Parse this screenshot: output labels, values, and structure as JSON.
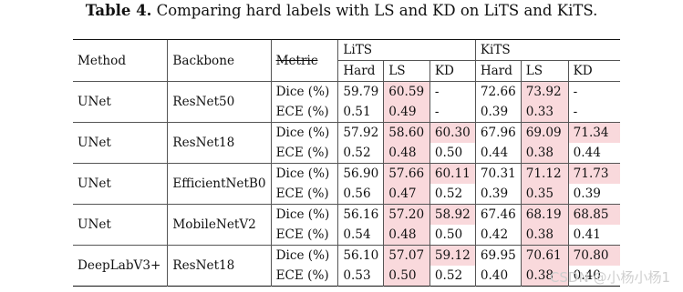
{
  "caption": {
    "label": "Table 4.",
    "text": " Comparing hard labels with LS and KD on LiTS and KiTS."
  },
  "header": {
    "method": "Method",
    "backbone": "Backbone",
    "metric": "Metric",
    "dataset1": "LiTS",
    "dataset2": "KiTS",
    "sub": [
      "Hard",
      "LS",
      "KD",
      "Hard",
      "LS",
      "KD"
    ]
  },
  "groups": [
    {
      "method": "UNet",
      "backbone": "ResNet50",
      "rows": [
        {
          "metric": "Dice (%)",
          "values": [
            "59.79",
            "60.59",
            "-",
            "72.66",
            "73.92",
            "-"
          ]
        },
        {
          "metric": "ECE (%)",
          "values": [
            "0.51",
            "0.49",
            "-",
            "0.39",
            "0.33",
            "-"
          ]
        }
      ]
    },
    {
      "method": "UNet",
      "backbone": "ResNet18",
      "rows": [
        {
          "metric": "Dice (%)",
          "values": [
            "57.92",
            "58.60",
            "60.30",
            "67.96",
            "69.09",
            "71.34"
          ]
        },
        {
          "metric": "ECE (%)",
          "values": [
            "0.52",
            "0.48",
            "0.50",
            "0.44",
            "0.38",
            "0.44"
          ]
        }
      ]
    },
    {
      "method": "UNet",
      "backbone": "EfficientNetB0",
      "rows": [
        {
          "metric": "Dice (%)",
          "values": [
            "56.90",
            "57.66",
            "60.11",
            "70.31",
            "71.12",
            "71.73"
          ]
        },
        {
          "metric": "ECE (%)",
          "values": [
            "0.56",
            "0.47",
            "0.52",
            "0.39",
            "0.35",
            "0.39"
          ]
        }
      ]
    },
    {
      "method": "UNet",
      "backbone": "MobileNetV2",
      "rows": [
        {
          "metric": "Dice (%)",
          "values": [
            "56.16",
            "57.20",
            "58.92",
            "67.46",
            "68.19",
            "68.85"
          ]
        },
        {
          "metric": "ECE (%)",
          "values": [
            "0.54",
            "0.48",
            "0.50",
            "0.42",
            "0.38",
            "0.41"
          ]
        }
      ]
    },
    {
      "method": "DeepLabV3+",
      "backbone": "ResNet18",
      "rows": [
        {
          "metric": "Dice (%)",
          "values": [
            "56.10",
            "57.07",
            "59.12",
            "69.95",
            "70.61",
            "70.80"
          ]
        },
        {
          "metric": "ECE (%)",
          "values": [
            "0.53",
            "0.50",
            "0.52",
            "0.40",
            "0.38",
            "0.40"
          ]
        }
      ]
    }
  ],
  "highlight_color": "#f9d9dc",
  "watermark": "CSDN @小杨小杨1"
}
